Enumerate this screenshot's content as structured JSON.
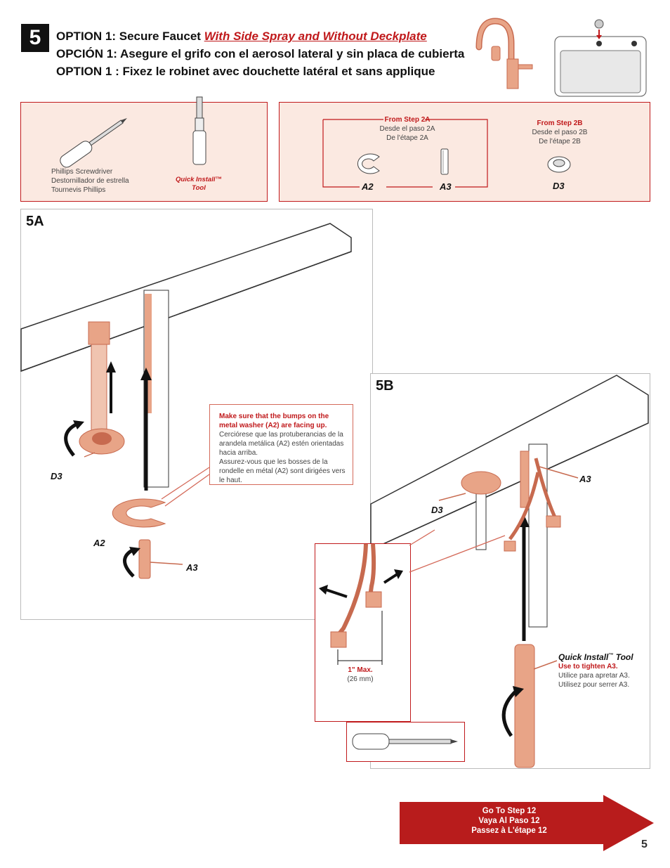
{
  "step": {
    "number": "5"
  },
  "title": {
    "en_prefix": "OPTION 1:  Secure Faucet",
    "en_accent": "With Side Spray and Without Deckplate",
    "es": "OPCIÓN 1:  Asegure el grifo con el aerosol lateral y sin placa de cubierta",
    "fr": "OPTION 1 : Fixez le robinet avec douchette latéral et sans applique"
  },
  "tools": {
    "screwdriver_en": "Phillips Screwdriver",
    "screwdriver_es": "Destornillador de estrella",
    "screwdriver_fr": "Tournevis Phillips",
    "quick_tool_1": "Quick Install™",
    "quick_tool_2": "Tool"
  },
  "parts": {
    "from2a_title": "From Step 2A",
    "from2a_es": "Desde el paso 2A",
    "from2a_fr": "De l'étape 2A",
    "from2b_title": "From Step 2B",
    "from2b_es": "Desde el paso 2B",
    "from2b_fr": "De l'étape 2B",
    "a2": "A2",
    "a3": "A3",
    "d3": "D3"
  },
  "panel5a": {
    "label": "5A",
    "callout_bold": "Make sure that the bumps on the metal washer (A2) are facing up.",
    "callout_es": "Cerciórese que las protuberancias de la arandela metálica (A2) estén orientadas hacia arriba.",
    "callout_fr": "Assurez-vous que les bosses de la rondelle en métal (A2) sont dirigées vers le haut.",
    "d3": "D3",
    "a2": "A2",
    "a3": "A3"
  },
  "panel5b": {
    "label": "5B",
    "d3": "D3",
    "a3": "A3",
    "max_label": "1\" Max.",
    "max_mm": "(26 mm)",
    "tool_title": "Quick Install",
    "tool_tm": "™",
    "tool_word": "Tool",
    "tool_use": "Use to tighten A3.",
    "tool_es": "Utilice para apretar A3.",
    "tool_fr": "Utilisez pour serrer A3."
  },
  "goto": {
    "en": "Go To Step  12",
    "es": "Vaya Al Paso  12",
    "fr": "Passez à L'étape 12"
  },
  "page_number": "5",
  "colors": {
    "accent_red": "#c0191b",
    "copper": "#e8a487",
    "copper_dark": "#c76a4f",
    "panel_pink": "#fbe9e1"
  }
}
